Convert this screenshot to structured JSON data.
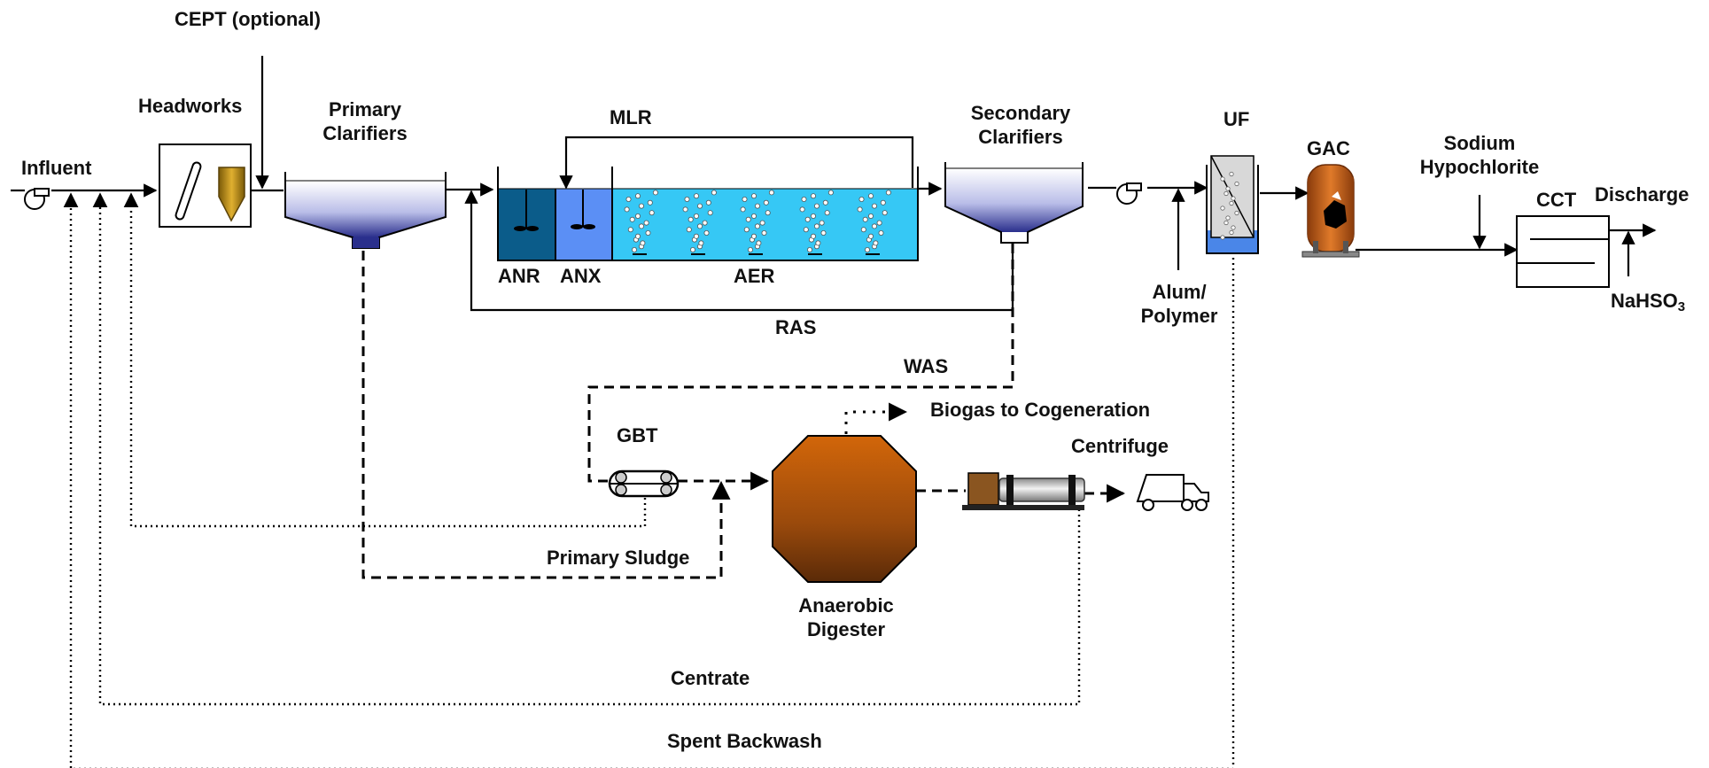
{
  "labels": {
    "cept": "CEPT (optional)",
    "headworks": "Headworks",
    "primary_clarifiers_1": "Primary",
    "primary_clarifiers_2": "Clarifiers",
    "mlr": "MLR",
    "secondary_clarifiers_1": "Secondary",
    "secondary_clarifiers_2": "Clarifiers",
    "uf": "UF",
    "gac": "GAC",
    "sodium_hypochlorite_1": "Sodium",
    "sodium_hypochlorite_2": "Hypochlorite",
    "cct": "CCT",
    "discharge": "Discharge",
    "influent": "Influent",
    "anr": "ANR",
    "anx": "ANX",
    "aer": "AER",
    "alum_polymer_1": "Alum/",
    "alum_polymer_2": "Polymer",
    "nahso3": "NaHSO",
    "nahso3_sub": "3",
    "ras": "RAS",
    "was": "WAS",
    "biogas": "Biogas to Cogeneration",
    "gbt": "GBT",
    "centrifuge": "Centrifuge",
    "primary_sludge": "Primary Sludge",
    "anaerobic_digester_1": "Anaerobic",
    "anaerobic_digester_2": "Digester",
    "centrate": "Centrate",
    "spent_backwash": "Spent Backwash"
  },
  "colors": {
    "anr_zone": "#0b5c8a",
    "anx_zone": "#5b8ff5",
    "aer_zone": "#36c8f5",
    "digester_top": "#d2660a",
    "digester_bottom": "#5a2a08",
    "headworks_grit": "#b8860b",
    "gac_vessel": "#c8601a",
    "uf_membrane": "#4a86e8",
    "clarifier_sludge": "#2a2f8c"
  },
  "line_styles": {
    "liquid": "solid",
    "sludge": "dashed",
    "recycle": "dotted"
  }
}
